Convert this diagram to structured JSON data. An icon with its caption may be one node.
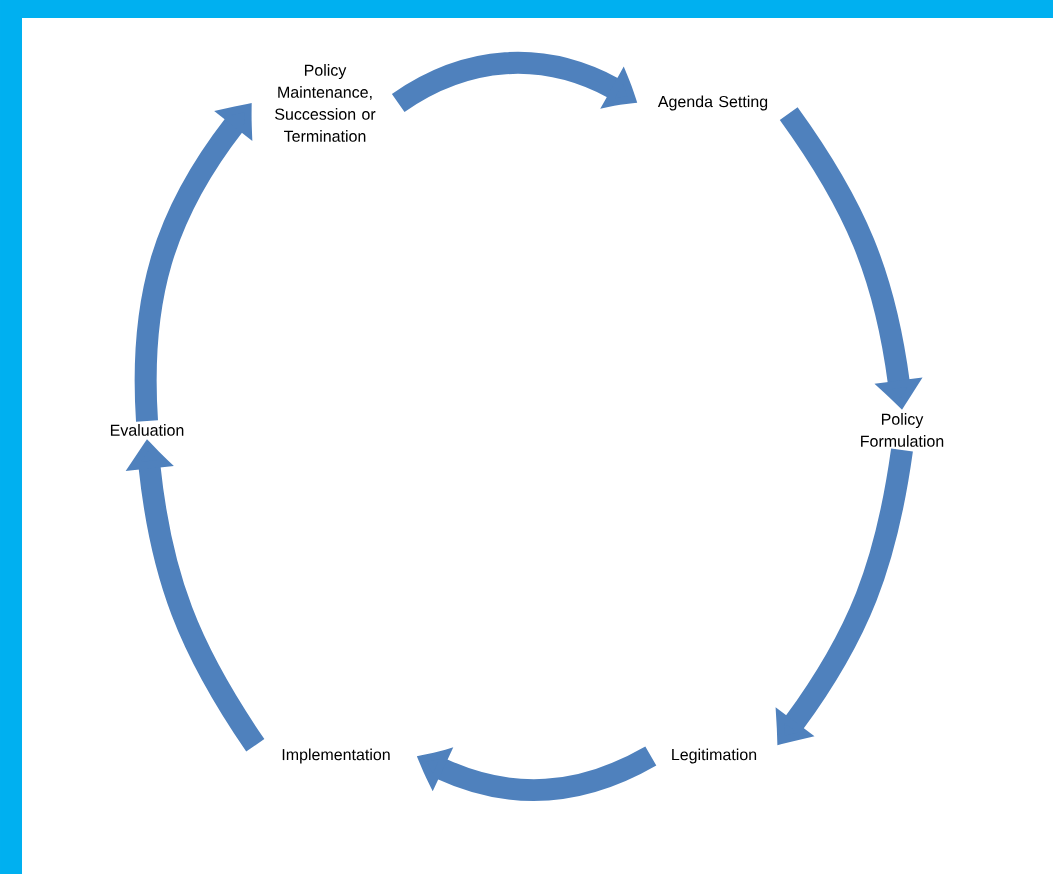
{
  "diagram": {
    "nodes": [
      {
        "text": [
          "Policy Maintenance, Succession or Termination"
        ]
      },
      {
        "text": [
          "Agenda Setting"
        ]
      },
      {
        "text": [
          "Policy Formulation"
        ]
      },
      {
        "text": [
          "Legitimation"
        ]
      },
      {
        "text": [
          "Implementation"
        ]
      },
      {
        "text": [
          "Evaluation"
        ]
      }
    ],
    "edges": [
      {
        "from": 0,
        "to": 1,
        "arrow": "to"
      },
      {
        "from": 1,
        "to": 2,
        "arrow": "to"
      },
      {
        "from": 2,
        "to": 3,
        "arrow": "to"
      },
      {
        "from": 3,
        "to": 4,
        "arrow": "to"
      },
      {
        "from": 4,
        "to": 5,
        "arrow": "to"
      },
      {
        "from": 5,
        "to": 0,
        "arrow": "to"
      }
    ]
  }
}
